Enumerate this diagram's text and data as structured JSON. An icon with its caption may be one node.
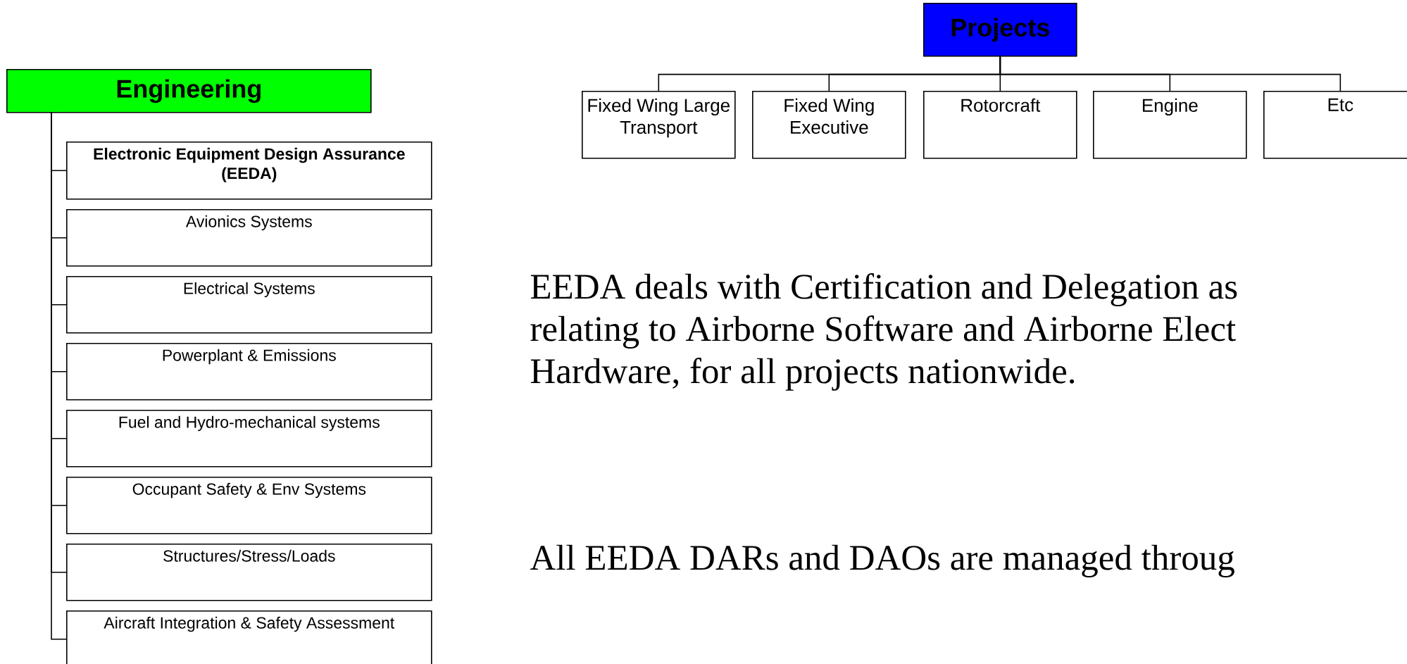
{
  "diagram": {
    "nodes": [
      {
        "text": [
          "Engineering"
        ]
      },
      {
        "text": [
          "Electronic Equipment Design Assurance (EEDA)"
        ]
      },
      {
        "text": [
          "Avionics Systems"
        ]
      },
      {
        "text": [
          "Electrical Systems"
        ]
      },
      {
        "text": [
          "Powerplant & Emissions"
        ]
      },
      {
        "text": [
          "Fuel and Hydro-mechanical systems"
        ]
      },
      {
        "text": [
          "Occupant Safety & Env Systems"
        ]
      },
      {
        "text": [
          "Structures/Stress/Loads"
        ]
      },
      {
        "text": [
          "Aircraft Integration & Safety Assessment"
        ]
      },
      {
        "text": [
          "Projects"
        ]
      },
      {
        "text": [
          "Fixed Wing Large Transport"
        ]
      },
      {
        "text": [
          "Fixed Wing Executive"
        ]
      },
      {
        "text": [
          "Rotorcraft"
        ]
      },
      {
        "text": [
          "Engine"
        ]
      },
      {
        "text": [
          "Etc"
        ]
      }
    ],
    "edges": [
      {
        "from": 0,
        "to": 1,
        "arrow": "none"
      },
      {
        "from": 0,
        "to": 2,
        "arrow": "none"
      },
      {
        "from": 0,
        "to": 3,
        "arrow": "none"
      },
      {
        "from": 0,
        "to": 4,
        "arrow": "none"
      },
      {
        "from": 0,
        "to": 5,
        "arrow": "none"
      },
      {
        "from": 0,
        "to": 6,
        "arrow": "none"
      },
      {
        "from": 0,
        "to": 7,
        "arrow": "none"
      },
      {
        "from": 0,
        "to": 8,
        "arrow": "none"
      },
      {
        "from": 9,
        "to": 10,
        "arrow": "none"
      },
      {
        "from": 9,
        "to": 11,
        "arrow": "none"
      },
      {
        "from": 9,
        "to": 12,
        "arrow": "none"
      },
      {
        "from": 9,
        "to": 13,
        "arrow": "none"
      },
      {
        "from": 9,
        "to": 14,
        "arrow": "none"
      }
    ],
    "labels": [
      "EEDA deals with Certification and Delegation as",
      "relating to Airborne Software and Airborne Elect",
      "Hardware, for all projects nationwide.",
      "All EEDA DARs and DAOs are managed throug"
    ]
  }
}
